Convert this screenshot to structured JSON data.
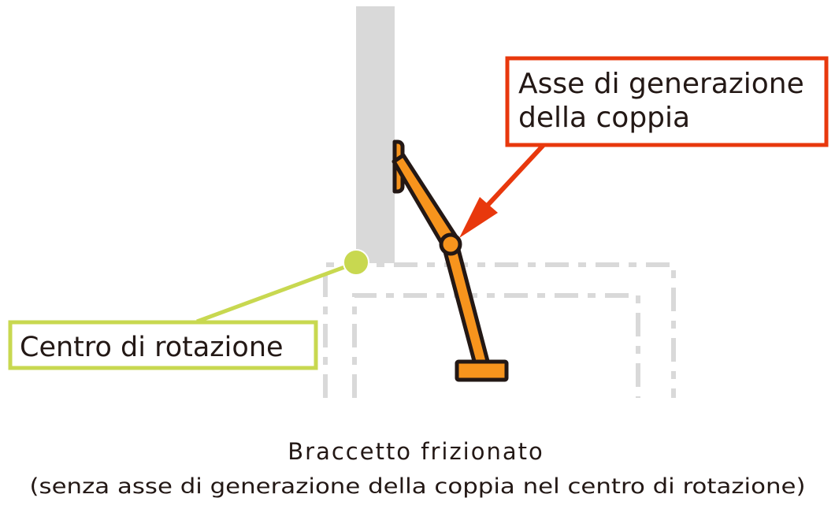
{
  "labels": {
    "torque_axis_line1": "Asse di generazione",
    "torque_axis_line2": "della coppia",
    "rotation_center": "Centro di rotazione"
  },
  "caption": {
    "title": "Braccetto frizionato",
    "subtitle": "(senza asse di generazione della coppia nel centro di rotazione)"
  },
  "colors": {
    "arm": "#f7941d",
    "outline": "#231815",
    "wall": "#d9d9d9",
    "torque_axis": "#e8380d",
    "rotation_center": "#c8d850"
  }
}
